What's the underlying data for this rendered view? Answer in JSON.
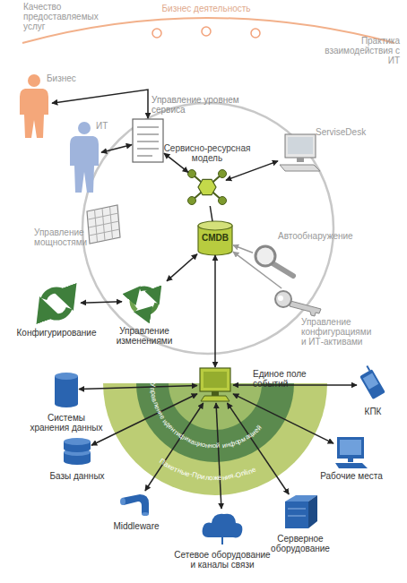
{
  "diagram": {
    "nodes": [
      {
        "text": [
          "Бизнес"
        ]
      },
      {
        "text": [
          "ИТ"
        ]
      },
      {
        "text": [
          "Управление уровнем сервиса"
        ]
      },
      {
        "text": [
          "Сервисно-ресурсная модель"
        ]
      },
      {
        "text": [
          "CMDB"
        ]
      },
      {
        "text": [
          "ServiseDesk"
        ]
      },
      {
        "text": [
          "Управление мощностями"
        ]
      },
      {
        "text": [
          "Автообнаружение"
        ]
      },
      {
        "text": [
          "Управление конфигурациями и ИТ-активами"
        ]
      },
      {
        "text": [
          "Конфигурирование"
        ]
      },
      {
        "text": [
          "Управление изменениями"
        ]
      },
      {
        "text": [
          "Единое поле событий"
        ]
      },
      {
        "text": [
          "Системы хранения данных"
        ]
      },
      {
        "text": [
          "Базы данных"
        ]
      },
      {
        "text": [
          "Middleware"
        ]
      },
      {
        "text": [
          "Сетевое оборудование и каналы связи"
        ]
      },
      {
        "text": [
          "Серверное оборудование"
        ]
      },
      {
        "text": [
          "Рабочие места"
        ]
      },
      {
        "text": [
          "КПК"
        ]
      }
    ],
    "edges": [
      {
        "from": 0,
        "to": 2,
        "arrow": "both"
      },
      {
        "from": 1,
        "to": 2,
        "arrow": "both"
      },
      {
        "from": 2,
        "to": 3,
        "arrow": "both"
      },
      {
        "from": 5,
        "to": 3,
        "arrow": "both"
      },
      {
        "from": 3,
        "to": 4,
        "arrow": "none"
      },
      {
        "from": 7,
        "to": 4,
        "arrow": "to"
      },
      {
        "from": 8,
        "to": 4,
        "arrow": "to"
      },
      {
        "from": 10,
        "to": 4,
        "arrow": "both"
      },
      {
        "from": 9,
        "to": 10,
        "arrow": "both"
      },
      {
        "from": 11,
        "to": 4,
        "arrow": "both"
      },
      {
        "from": 11,
        "to": 12,
        "arrow": "both"
      },
      {
        "from": 11,
        "to": 13,
        "arrow": "both"
      },
      {
        "from": 11,
        "to": 14,
        "arrow": "both"
      },
      {
        "from": 11,
        "to": 15,
        "arrow": "both"
      },
      {
        "from": 11,
        "to": 16,
        "arrow": "both"
      },
      {
        "from": 11,
        "to": 17,
        "arrow": "both"
      },
      {
        "from": 11,
        "to": 18,
        "arrow": "both"
      }
    ],
    "labels": [
      "Бизнес деятельность",
      "Качество предоставляемых услуг",
      "Практика взаимодействия с ИТ",
      "Управление идентификационной информацией",
      "Пакетные-Приложения-Online"
    ]
  }
}
